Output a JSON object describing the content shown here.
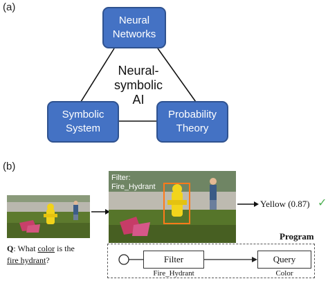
{
  "panel_a": {
    "label": "(a)",
    "nodes": {
      "neural_networks": [
        "Neural",
        "Networks"
      ],
      "symbolic_system": [
        "Symbolic",
        "System"
      ],
      "probability_theory": [
        "Probability",
        "Theory"
      ]
    },
    "center": [
      "Neural-",
      "symbolic",
      "AI"
    ]
  },
  "panel_b": {
    "label": "(b)",
    "question": {
      "prefix": "Q",
      "part1": ": What ",
      "underlined_color": "color",
      "part2": " is the",
      "underlined_object": "fire hydrant",
      "suffix": "?"
    },
    "filter_caption": [
      "Filter:",
      "Fire_Hydrant"
    ],
    "answer": "Yellow (0.87)",
    "check_mark": "✓",
    "program": {
      "title": "Program",
      "filter_box": "Filter",
      "filter_arg": "Fire_Hydrant",
      "query_box": "Query",
      "query_arg": "Color"
    }
  },
  "colors": {
    "node_fill": "#4472c4",
    "node_border": "#2f528f",
    "highlight_box": "#ff7a1a",
    "check": "#4caf50"
  }
}
